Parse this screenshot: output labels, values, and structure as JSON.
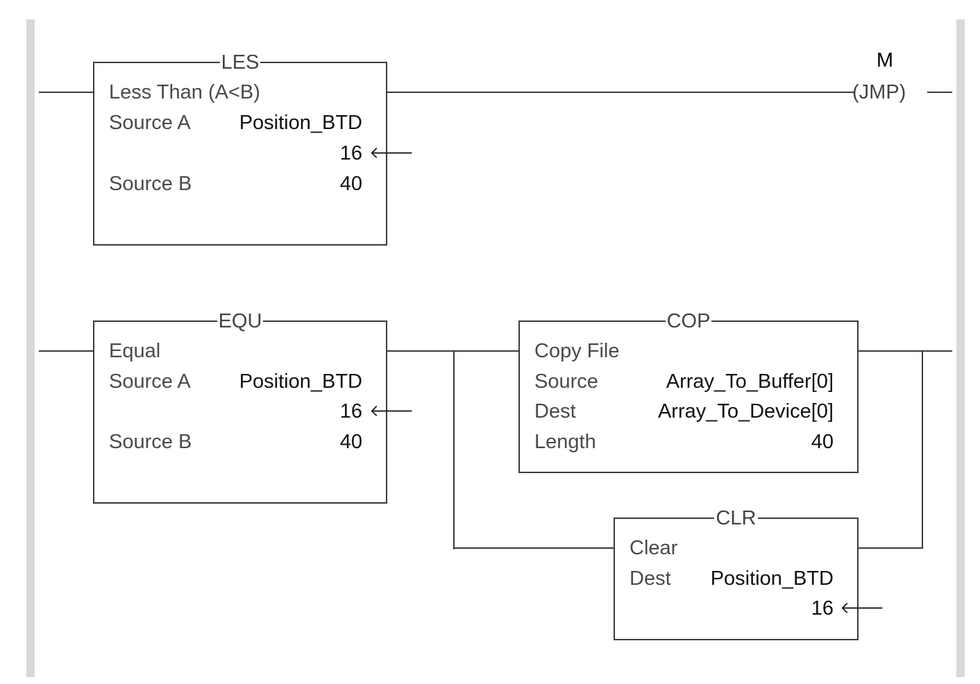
{
  "rungs": [
    {
      "instruction": {
        "mnemonic": "LES",
        "description": "Less Than (A<B)",
        "rows": [
          {
            "label": "Source A",
            "operand": "Position_BTD",
            "value": "16"
          },
          {
            "label": "Source B",
            "operand": "40"
          }
        ]
      },
      "output": {
        "label": "M",
        "mnemonic": "(JMP)"
      }
    },
    {
      "instruction": {
        "mnemonic": "EQU",
        "description": "Equal",
        "rows": [
          {
            "label": "Source A",
            "operand": "Position_BTD",
            "value": "16"
          },
          {
            "label": "Source B",
            "operand": "40"
          }
        ]
      },
      "branch_outputs": [
        {
          "mnemonic": "COP",
          "description": "Copy File",
          "rows": [
            {
              "label": "Source",
              "operand": "Array_To_Buffer[0]"
            },
            {
              "label": "Dest",
              "operand": "Array_To_Device[0]"
            },
            {
              "label": "Length",
              "operand": "40"
            }
          ]
        },
        {
          "mnemonic": "CLR",
          "description": "Clear",
          "rows": [
            {
              "label": "Dest",
              "operand": "Position_BTD",
              "value": "16"
            }
          ]
        }
      ]
    }
  ],
  "icons": {
    "value_arrow": "left-arrow-icon"
  },
  "colors": {
    "wire": "#3a3a3a",
    "rail": "#d8d8d8",
    "label": "#4a4a4a",
    "operand": "#111111"
  }
}
